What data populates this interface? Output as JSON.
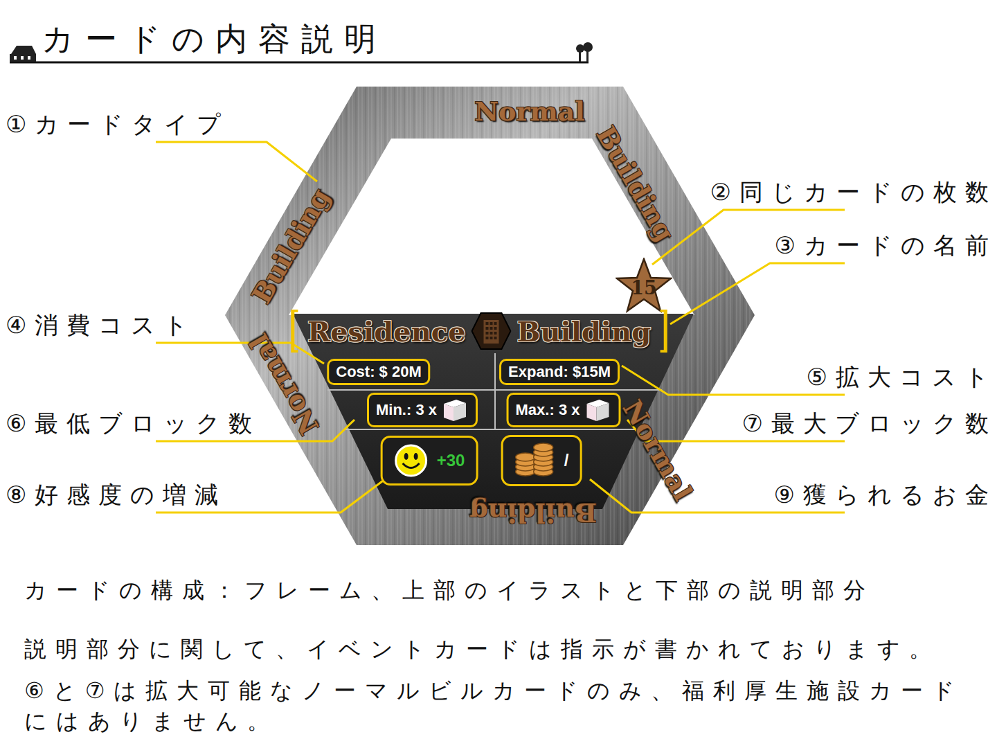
{
  "diagram": {
    "title": "カードの内容説明",
    "nodes": [
      {
        "text": [
          "Normal",
          "Building",
          "Building",
          "Normal",
          "Normal",
          "Building"
        ]
      },
      {
        "text": [
          "15"
        ],
        "in": 0
      },
      {
        "text": [
          "Residence",
          "Building"
        ],
        "in": 0
      },
      {
        "text": [
          "Cost: $ 20M"
        ],
        "in": 0
      },
      {
        "text": [
          "Expand: $15M"
        ],
        "in": 0
      },
      {
        "text": [
          "Min.: 3 x"
        ],
        "in": 0
      },
      {
        "text": [
          "Max.: 3 x"
        ],
        "in": 0
      },
      {
        "text": [
          "+30"
        ],
        "in": 0
      },
      {
        "text": [
          "/"
        ],
        "in": 0
      }
    ],
    "labels": [
      "①カードタイプ",
      "②同じカードの枚数",
      "③カードの名前",
      "④消費コスト",
      "⑤拡大コスト",
      "⑥最低ブロック数",
      "⑦最大ブロック数",
      "⑧好感度の増減",
      "⑨獲られるお金",
      "カードの構成：フレーム、上部のイラストと下部の説明部分",
      "説明部分に関して、イベントカードは指示が書かれております。",
      "⑥と⑦は拡大可能なノーマルビルカードのみ、福利厚生施設カードにはありません。"
    ]
  }
}
